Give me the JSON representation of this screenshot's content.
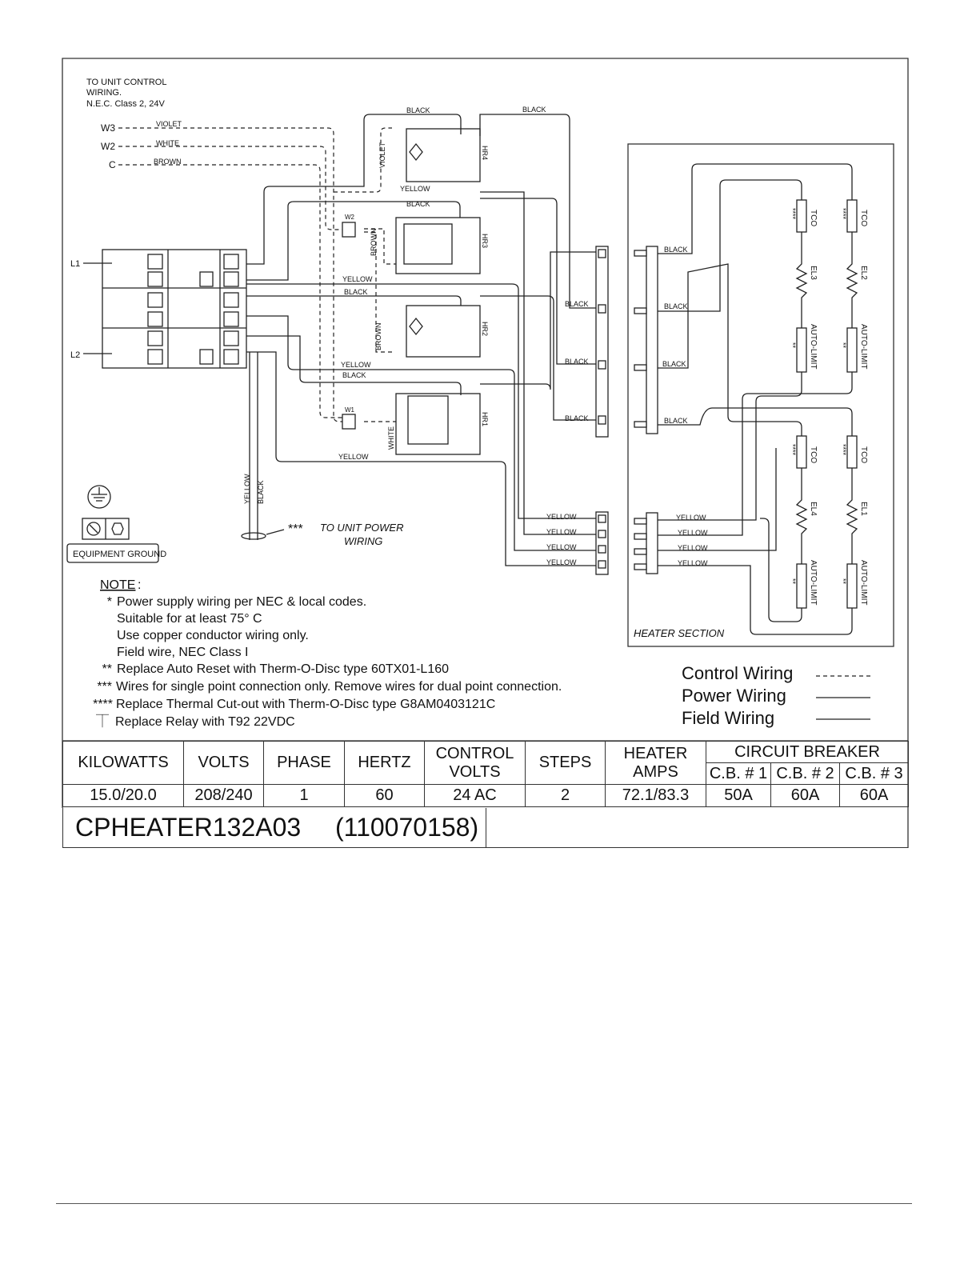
{
  "control_wiring_note": [
    "TO UNIT CONTROL",
    "WIRING.",
    "N.E.C. Class 2, 24V"
  ],
  "control_terminals": [
    {
      "terminal": "W3",
      "wire": "VIOLET"
    },
    {
      "terminal": "W2",
      "wire": "WHITE"
    },
    {
      "terminal": "C",
      "wire": "BROWN"
    }
  ],
  "line_labels": {
    "l1": "L1",
    "l2": "L2"
  },
  "relays": [
    "HR4",
    "HR3",
    "HR2",
    "HR1"
  ],
  "relay_plugs": {
    "w2": "W2",
    "w1": "W1"
  },
  "wire_colors": {
    "black": "BLACK",
    "yellow": "YELLOW",
    "violet": "VIOLET",
    "brown": "BROWN",
    "white": "WHITE"
  },
  "heater_section": {
    "label": "HEATER SECTION",
    "elements": [
      "EL3",
      "EL2",
      "EL4",
      "EL1"
    ],
    "tco": "TCO",
    "auto_limit": "AUTO-LIMIT",
    "tco_mark": "****",
    "limit_mark": "**"
  },
  "power_wiring_callout": {
    "mark": "***",
    "line1": "TO UNIT POWER",
    "line2": "WIRING"
  },
  "ground": {
    "label": "EQUIPMENT GROUND"
  },
  "notes": {
    "heading": "NOTE",
    "lines": [
      {
        "mark": "*",
        "text": "Power supply wiring per NEC & local codes."
      },
      {
        "mark": "",
        "text": "Suitable for at least 75° C"
      },
      {
        "mark": "",
        "text": "Use copper conductor wiring only."
      },
      {
        "mark": "",
        "text": "Field wire, NEC Class I"
      },
      {
        "mark": "**",
        "text": "Replace Auto Reset with Therm-O-Disc type 60TX01-L160"
      },
      {
        "mark": "***",
        "text": "Wires for single point connection only. Remove wires for dual point connection."
      },
      {
        "mark": "****",
        "text": "Replace Thermal Cut-out with Therm-O-Disc type G8AM0403121C"
      },
      {
        "mark": "⏉",
        "text": "Replace Relay with T92 22VDC"
      }
    ]
  },
  "legend": [
    {
      "label": "Control Wiring",
      "style": "dashed"
    },
    {
      "label": "Power Wiring",
      "style": "solid"
    },
    {
      "label": "Field Wiring",
      "style": "solid"
    }
  ],
  "spec_table": {
    "headers": {
      "kilowatts": "KILOWATTS",
      "volts": "VOLTS",
      "phase": "PHASE",
      "hertz": "HERTZ",
      "control_volts_1": "CONTROL",
      "control_volts_2": "VOLTS",
      "steps": "STEPS",
      "heater_amps_1": "HEATER",
      "heater_amps_2": "AMPS",
      "circuit_breaker": "CIRCUIT BREAKER",
      "cb1": "C.B. # 1",
      "cb2": "C.B. # 2",
      "cb3": "C.B. # 3"
    },
    "values": {
      "kilowatts": "15.0/20.0",
      "volts": "208/240",
      "phase": "1",
      "hertz": "60",
      "control_volts": "24 AC",
      "steps": "2",
      "heater_amps": "72.1/83.3",
      "cb1": "50A",
      "cb2": "60A",
      "cb3": "60A"
    }
  },
  "model": {
    "code": "CPHEATER132A03",
    "part_number": "(110070158)"
  }
}
